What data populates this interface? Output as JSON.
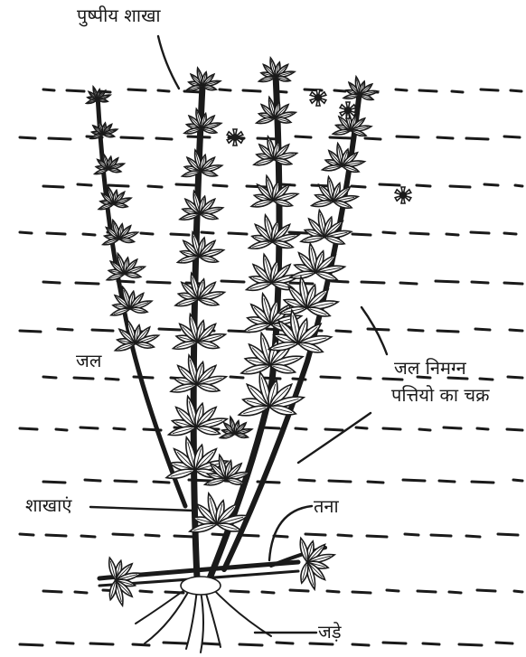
{
  "labels": {
    "flowering_branch": "पुष्पीय शाखा",
    "water": "जल",
    "whorl_line1": "जल निमग्न",
    "whorl_line2": "पत्तियो का चक्र",
    "branches": "शाखाएं",
    "stem": "तना",
    "roots": "जड़े"
  },
  "colors": {
    "ink": "#1a1a1a",
    "paper": "#ffffff"
  }
}
